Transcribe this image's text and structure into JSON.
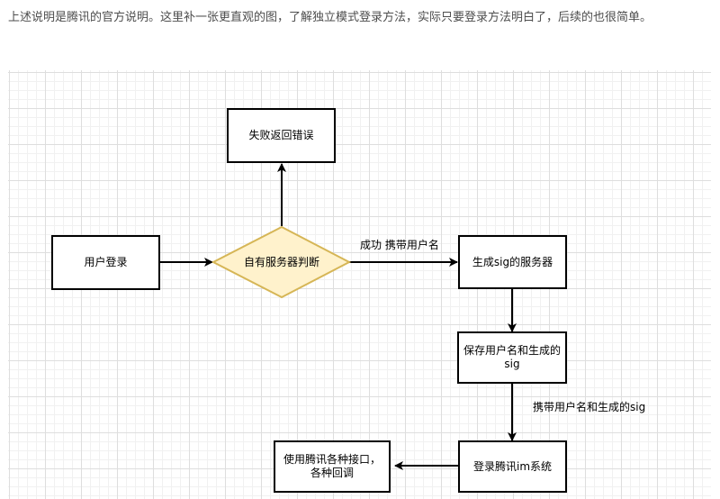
{
  "intro_text": "上述说明是腾讯的官方说明。这里补一张更直观的图，了解独立模式登录方法，实际只要登录方法明白了，后续的也很简单。",
  "diagram": {
    "nodes": {
      "user_login": "用户登录",
      "own_server_check": "自有服务器判断",
      "fail_return_error": "失败返回错误",
      "sig_server": "生成sig的服务器",
      "save_user_sig_line1": "保存用户名和生成的",
      "save_user_sig_line2": "sig",
      "login_tencent_im": "登录腾讯im系统",
      "use_interfaces_line1": "使用腾讯各种接口，",
      "use_interfaces_line2": "各种回调"
    },
    "edges": {
      "success_label": "成功 携带用户名",
      "carry_label": "携带用户名和生成的sig"
    },
    "colors": {
      "diamond_fill": "#fff2cc",
      "diamond_stroke": "#d6b656",
      "stroke": "#000000"
    }
  }
}
